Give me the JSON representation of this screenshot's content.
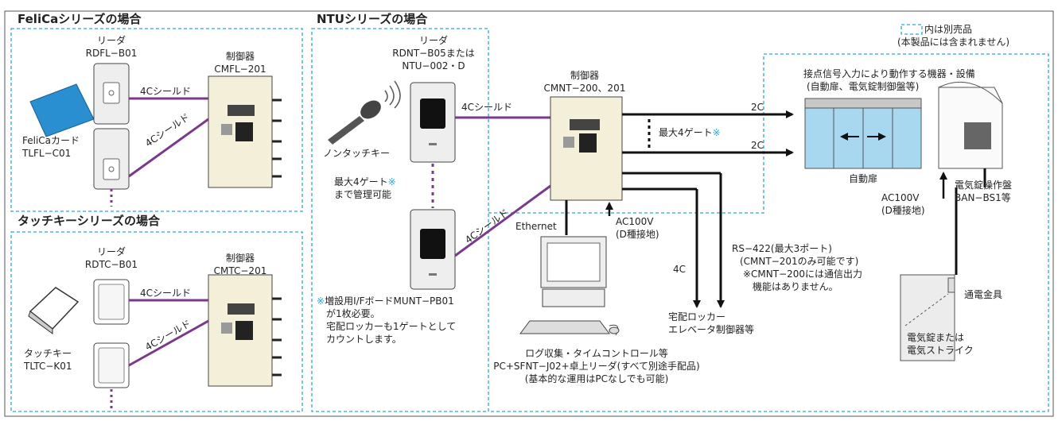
{
  "felica": {
    "title": "FeliCaシリーズの場合",
    "reader_label": "リーダ",
    "reader_model": "RDFL−B01",
    "controller_label": "制御器",
    "controller_model": "CMFL−201",
    "card_label": "FeliCaカード",
    "card_model": "TLFL−C01",
    "cable1": "4Cシールド",
    "cable2": "4Cシールド"
  },
  "touchkey": {
    "title": "タッチキーシリーズの場合",
    "reader_label": "リーダ",
    "reader_model": "RDTC−B01",
    "controller_label": "制御器",
    "controller_model": "CMTC−201",
    "key_label": "タッチキー",
    "key_model": "TLTC−K01",
    "cable1": "4Cシールド",
    "cable2": "4Cシールド"
  },
  "ntu": {
    "title": "NTUシリーズの場合",
    "reader_label": "リーダ",
    "reader_model1": "RDNT−B05または",
    "reader_model2": "NTU−002・D",
    "key_label": "ノンタッチキー",
    "max_gate1": "最大4ゲート",
    "max_gate_mark": "※",
    "max_gate2": "まで管理可能",
    "cable1": "4Cシールド",
    "cable2": "4Cシールド",
    "controller_label": "制御器",
    "controller_model": "CMNT−200、201",
    "note_mark": "※",
    "note1": "増設用I/FボードMUNT−PB01",
    "note2": "が1枚必要。",
    "note3": "宅配ロッカーも1ゲートとして",
    "note4": "カウントします。",
    "ethernet": "Ethernet",
    "ac_power1": "AC100V",
    "ac_power2": "(D種接地)",
    "out_2c_a": "2C",
    "out_2c_b": "2C",
    "max_gates_out": "最大4ゲート",
    "max_gates_out_mark": "※",
    "cable_4c": "4C",
    "rs422_1": "RS−422(最大3ポート)",
    "rs422_2": "(CMNT−201のみ可能です)",
    "rs422_3": "※CMNT−200には通信出力",
    "rs422_4": "機能はありません。",
    "locker1": "宅配ロッカー",
    "locker2": "エレベータ制御器等",
    "pc1": "ログ収集・タイムコントロール等",
    "pc2": "PC+SFNT−J02+卓上リーダ(すべて別途手配品)",
    "pc3": "(基本的な運用はPCなしでも可能)"
  },
  "legend": {
    "text1": "内は別売品",
    "text2": "(本製品には含まれません)"
  },
  "equipment": {
    "title1": "接点信号入力により動作する機器・設備",
    "title2": "(自動扉、電気錠制御盤等)",
    "auto_door": "自動扉",
    "panel1": "電気錠操作盤",
    "panel2": "BAN−BS1等",
    "ac_power1": "AC100V",
    "ac_power2": "(D種接地)",
    "contact": "通電金具",
    "lock1": "電気錠または",
    "lock2": "電気ストライク"
  },
  "colors": {
    "dashed_border": "#2aa6d8",
    "shield_cable": "#7a3a8a",
    "device_fill": "#f3efd8"
  }
}
